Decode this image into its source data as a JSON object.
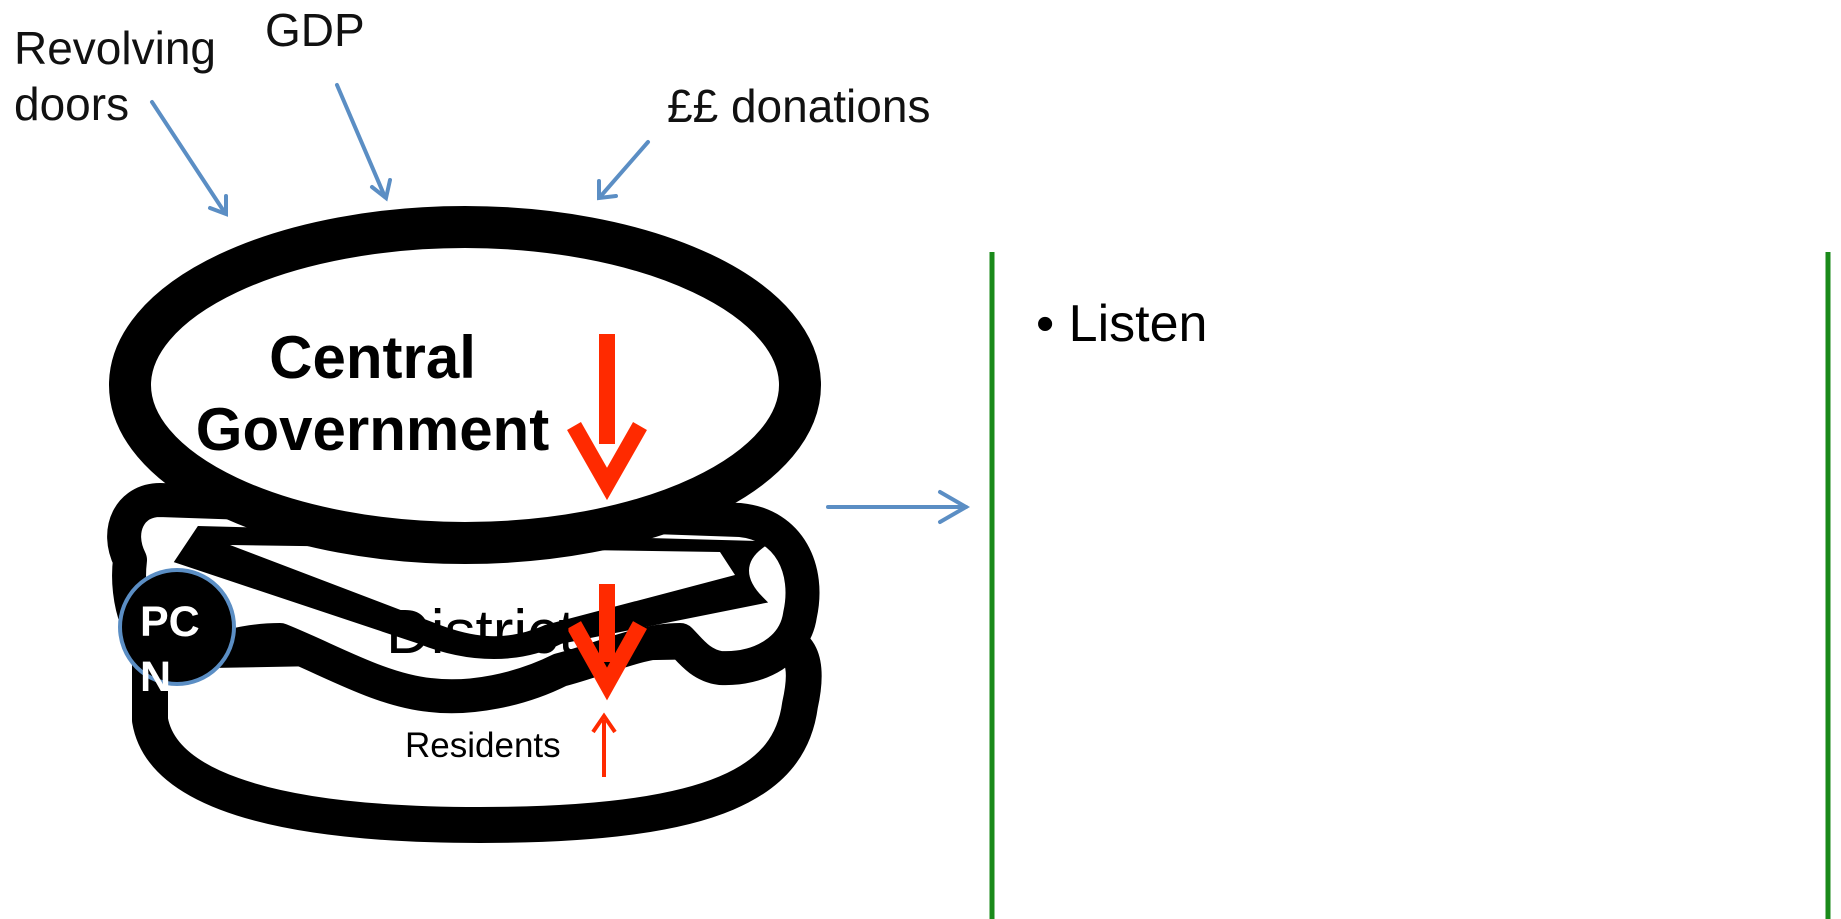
{
  "external_labels": {
    "revolving_doors": "Revolving\ndoors",
    "gdp": "GDP",
    "donations": "££ donations"
  },
  "burger": {
    "top_bun": "Central\nGovernment",
    "middle": "District",
    "bottom_bun": "Residents",
    "badge": "PC\nN"
  },
  "panel": {
    "bullets": [
      "Listen"
    ]
  },
  "colors": {
    "pointer_arrows": "#5b8ec4",
    "flow_arrows": "#ff2a00",
    "divider_lines": "#1a8a1a",
    "outline": "#000000",
    "badge_ring": "#5b8ec4"
  }
}
